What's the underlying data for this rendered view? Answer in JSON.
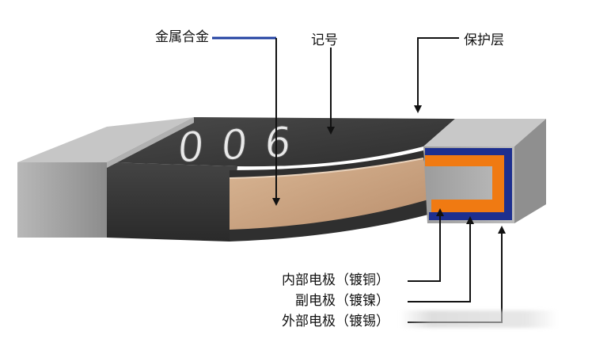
{
  "labels": {
    "metal_alloy": "金属合金",
    "marking": "记号",
    "protective_layer": "保护层",
    "inner_electrode": "内部电极（镀铜）",
    "secondary_electrode": "副电极（镀镍）",
    "outer_electrode": "外部电极（镀锡）"
  },
  "chip_marking_text": "006",
  "colors": {
    "body_dark": "#3d3d3d",
    "alloy": "#c9a383",
    "copper_layer": "#f07a12",
    "nickel_layer": "#1d2f8f",
    "terminal_grey": "#a9a9a9",
    "arrow_blue": "#1f3fa0"
  }
}
